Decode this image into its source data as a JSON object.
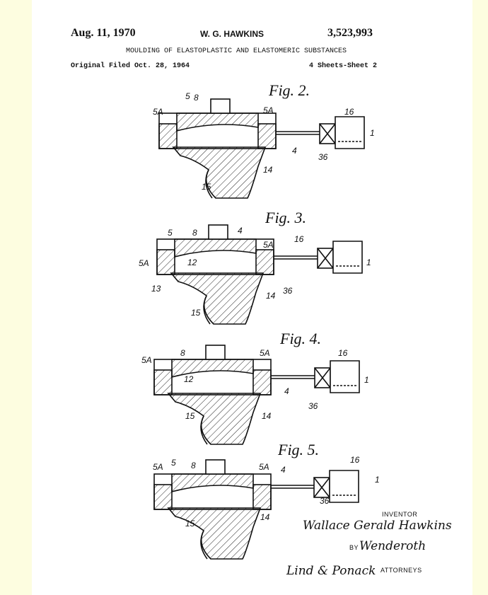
{
  "header": {
    "date": "Aug. 11, 1970",
    "inventor": "W. G. HAWKINS",
    "patent_number": "3,523,993",
    "title": "MOULDING OF ELASTOPLASTIC AND ELASTOMERIC SUBSTANCES",
    "filed": "Original Filed Oct. 28, 1964",
    "sheets": "4 Sheets-Sheet 2"
  },
  "figures": [
    {
      "caption": "Fig. 2.",
      "labels": [
        "5",
        "8",
        "5A",
        "5A",
        "16",
        "1",
        "4",
        "36",
        "14",
        "15"
      ]
    },
    {
      "caption": "Fig. 3.",
      "labels": [
        "5",
        "8",
        "4",
        "5A",
        "16",
        "5A",
        "12",
        "1",
        "13",
        "36",
        "14",
        "15"
      ]
    },
    {
      "caption": "Fig. 4.",
      "labels": [
        "8",
        "5A",
        "5A",
        "16",
        "12",
        "1",
        "4",
        "36",
        "15",
        "14"
      ]
    },
    {
      "caption": "Fig. 5.",
      "labels": [
        "5",
        "5A",
        "8",
        "5A",
        "4",
        "16",
        "1",
        "36",
        "14",
        "15"
      ]
    }
  ],
  "signature_block": {
    "inventor_label": "INVENTOR",
    "inventor_signature": "Wallace Gerald Hawkins",
    "by_label": "BY",
    "by_signature": "Wenderoth",
    "attorneys_signature": "Lind & Ponack",
    "attorneys_label": "ATTORNEYS"
  }
}
